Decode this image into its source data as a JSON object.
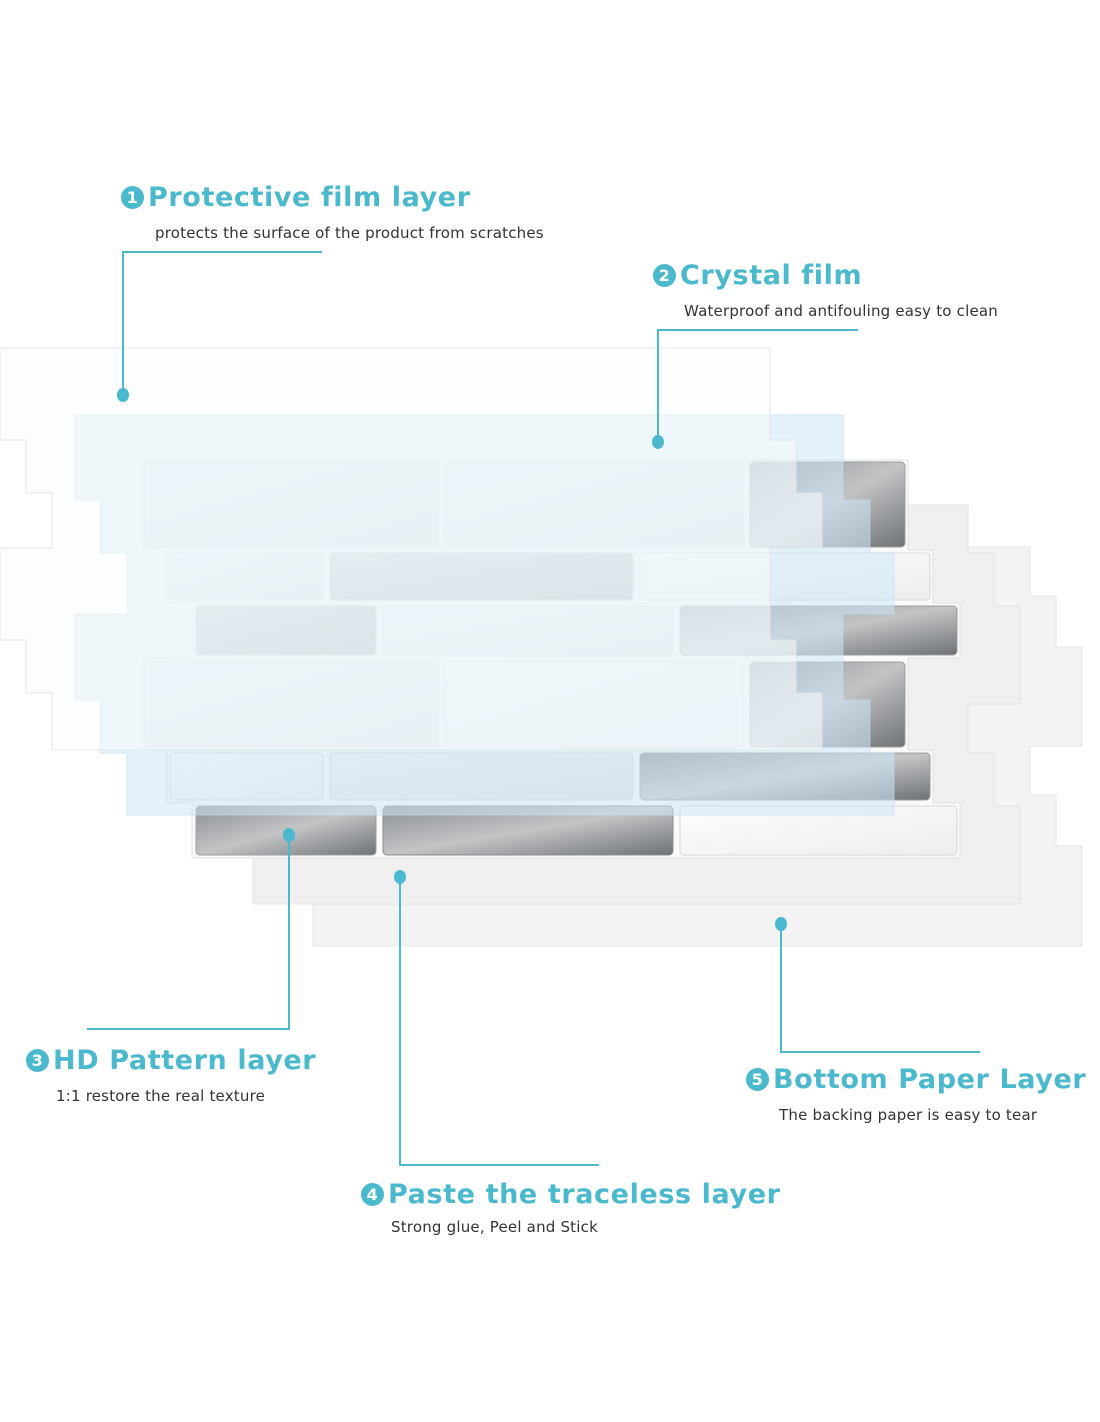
{
  "accent_color": "#4bb9cd",
  "layers": [
    {
      "number": "1",
      "title": "Protective film layer",
      "subtitle": "protects the surface of the product from scratches"
    },
    {
      "number": "2",
      "title": "Crystal film",
      "subtitle": "Waterproof and antifouling easy to clean"
    },
    {
      "number": "3",
      "title": "HD Pattern layer",
      "subtitle": "1:1 restore the real texture"
    },
    {
      "number": "4",
      "title": "Paste the traceless layer",
      "subtitle": "Strong glue, Peel and Stick"
    },
    {
      "number": "5",
      "title": "Bottom Paper Layer",
      "subtitle": "The backing paper is easy to tear"
    }
  ]
}
